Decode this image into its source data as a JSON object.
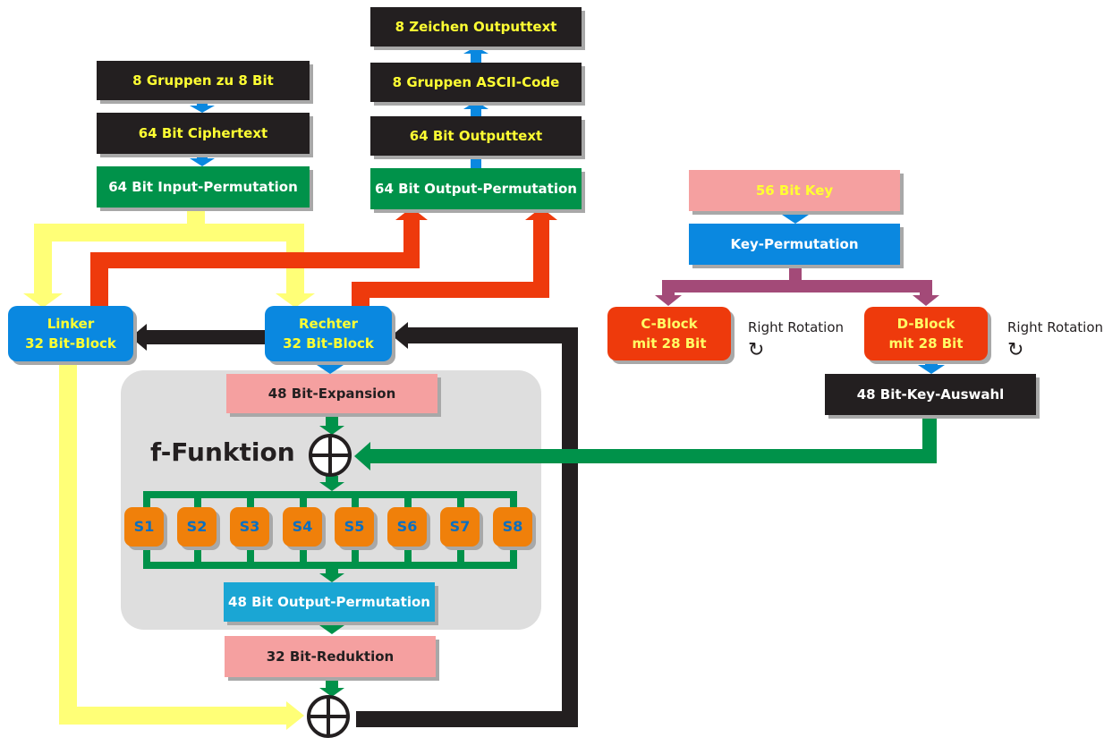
{
  "decrypt_input": {
    "groups": "8 Gruppen zu 8 Bit",
    "ciphertext": "64 Bit Ciphertext",
    "input_permutation": "64 Bit Input-Permutation"
  },
  "decrypt_output": {
    "chars": "8 Zeichen Outputtext",
    "ascii": "8 Gruppen ASCII-Code",
    "outputtext": "64 Bit Outputtext",
    "output_permutation": "64 Bit Output-Permutation"
  },
  "blocks": {
    "left_line1": "Linker",
    "left_line2": "32 Bit-Block",
    "right_line1": "Rechter",
    "right_line2": "32 Bit-Block"
  },
  "f_function": {
    "label": "f-Funktion",
    "expansion": "48 Bit-Expansion",
    "sboxes": [
      "S1",
      "S2",
      "S3",
      "S4",
      "S5",
      "S6",
      "S7",
      "S8"
    ],
    "output_permutation": "48 Bit Output-Permutation"
  },
  "reduction": "32 Bit-Reduktion",
  "key": {
    "key": "56 Bit Key",
    "permutation": "Key-Permutation",
    "c_line1": "C-Block",
    "c_line2": "mit 28 Bit",
    "d_line1": "D-Block",
    "d_line2": "mit 28 Bit",
    "rotation_c": "Right Rotation",
    "rotation_d": "Right Rotation",
    "selection": "48 Bit-Key-Auswahl"
  },
  "colors": {
    "dark": "#231f20",
    "green": "#00924a",
    "blue": "#0a88e0",
    "red": "#ee3a0c",
    "yellow_flow": "#ffff77",
    "orange_flow": "#ee3a0c",
    "purple_flow": "#a34a78",
    "panel": "#dedede",
    "sbox": "#f0800a"
  },
  "icons": {
    "xor": "circled-plus-icon",
    "rotation": "clockwise-rotation-icon",
    "arrow": "arrow-icon"
  }
}
